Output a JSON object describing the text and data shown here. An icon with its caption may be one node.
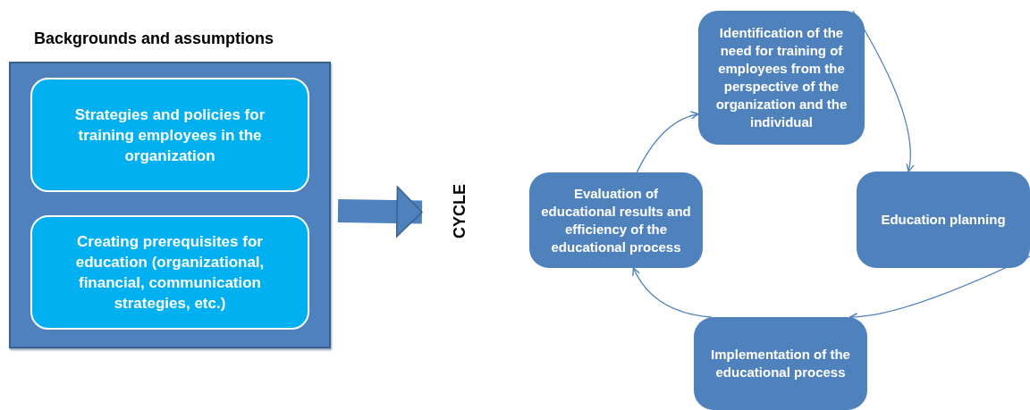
{
  "diagram": {
    "nodes": [
      {
        "text": [
          "Backgrounds and assumptions"
        ]
      },
      {
        "text": [
          "Strategies and policies for training employees in the organization"
        ],
        "in": 0
      },
      {
        "text": [
          "Creating prerequisites for education (organizational, financial, communication strategies, etc.)"
        ],
        "in": 0
      },
      {
        "text": [
          "CYCLE"
        ]
      },
      {
        "text": [
          "Identification of the need for training of employees from the perspective of the organization and the individual"
        ]
      },
      {
        "text": [
          "Education planning"
        ]
      },
      {
        "text": [
          "Implementation of the educational process"
        ]
      },
      {
        "text": [
          "Evaluation of educational results and efficiency of the educational process"
        ]
      }
    ],
    "edges": [
      {
        "from": 0,
        "to": 3,
        "arrow": "to",
        "style": "thick"
      },
      {
        "from": 4,
        "to": 5,
        "arrow": "to"
      },
      {
        "from": 5,
        "to": 6,
        "arrow": "to"
      },
      {
        "from": 6,
        "to": 7,
        "arrow": "to"
      },
      {
        "from": 7,
        "to": 4,
        "arrow": "to"
      }
    ]
  }
}
